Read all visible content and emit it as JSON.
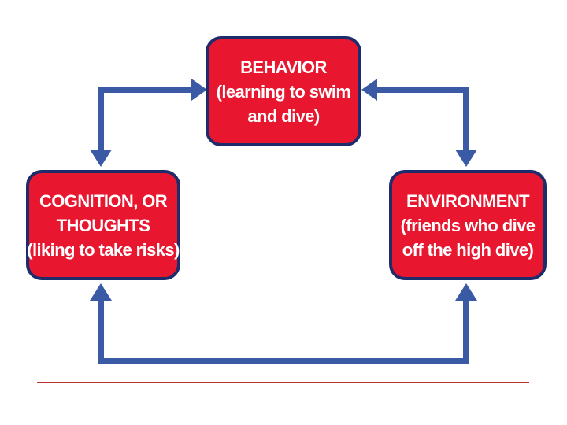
{
  "colors": {
    "node_fill": "#e8172f",
    "node_border": "#1f2c6b",
    "arrow": "#3a5aa6",
    "rule": "#b5352c"
  },
  "nodes": {
    "behavior": {
      "line1": "BEHAVIOR",
      "line2": "(learning to swim",
      "line3": "and dive)"
    },
    "cognition": {
      "line1": "COGNITION, OR",
      "line2": "THOUGHTS",
      "line3": "(liking to take risks)"
    },
    "environment": {
      "line1": "ENVIRONMENT",
      "line2": "(friends who dive",
      "line3": "off the high dive)"
    }
  },
  "edges": [
    {
      "from": "cognition",
      "to": "behavior",
      "arrowheads": "both"
    },
    {
      "from": "environment",
      "to": "behavior",
      "arrowheads": "both"
    },
    {
      "from": "cognition",
      "to": "environment",
      "arrowheads": "both"
    }
  ]
}
